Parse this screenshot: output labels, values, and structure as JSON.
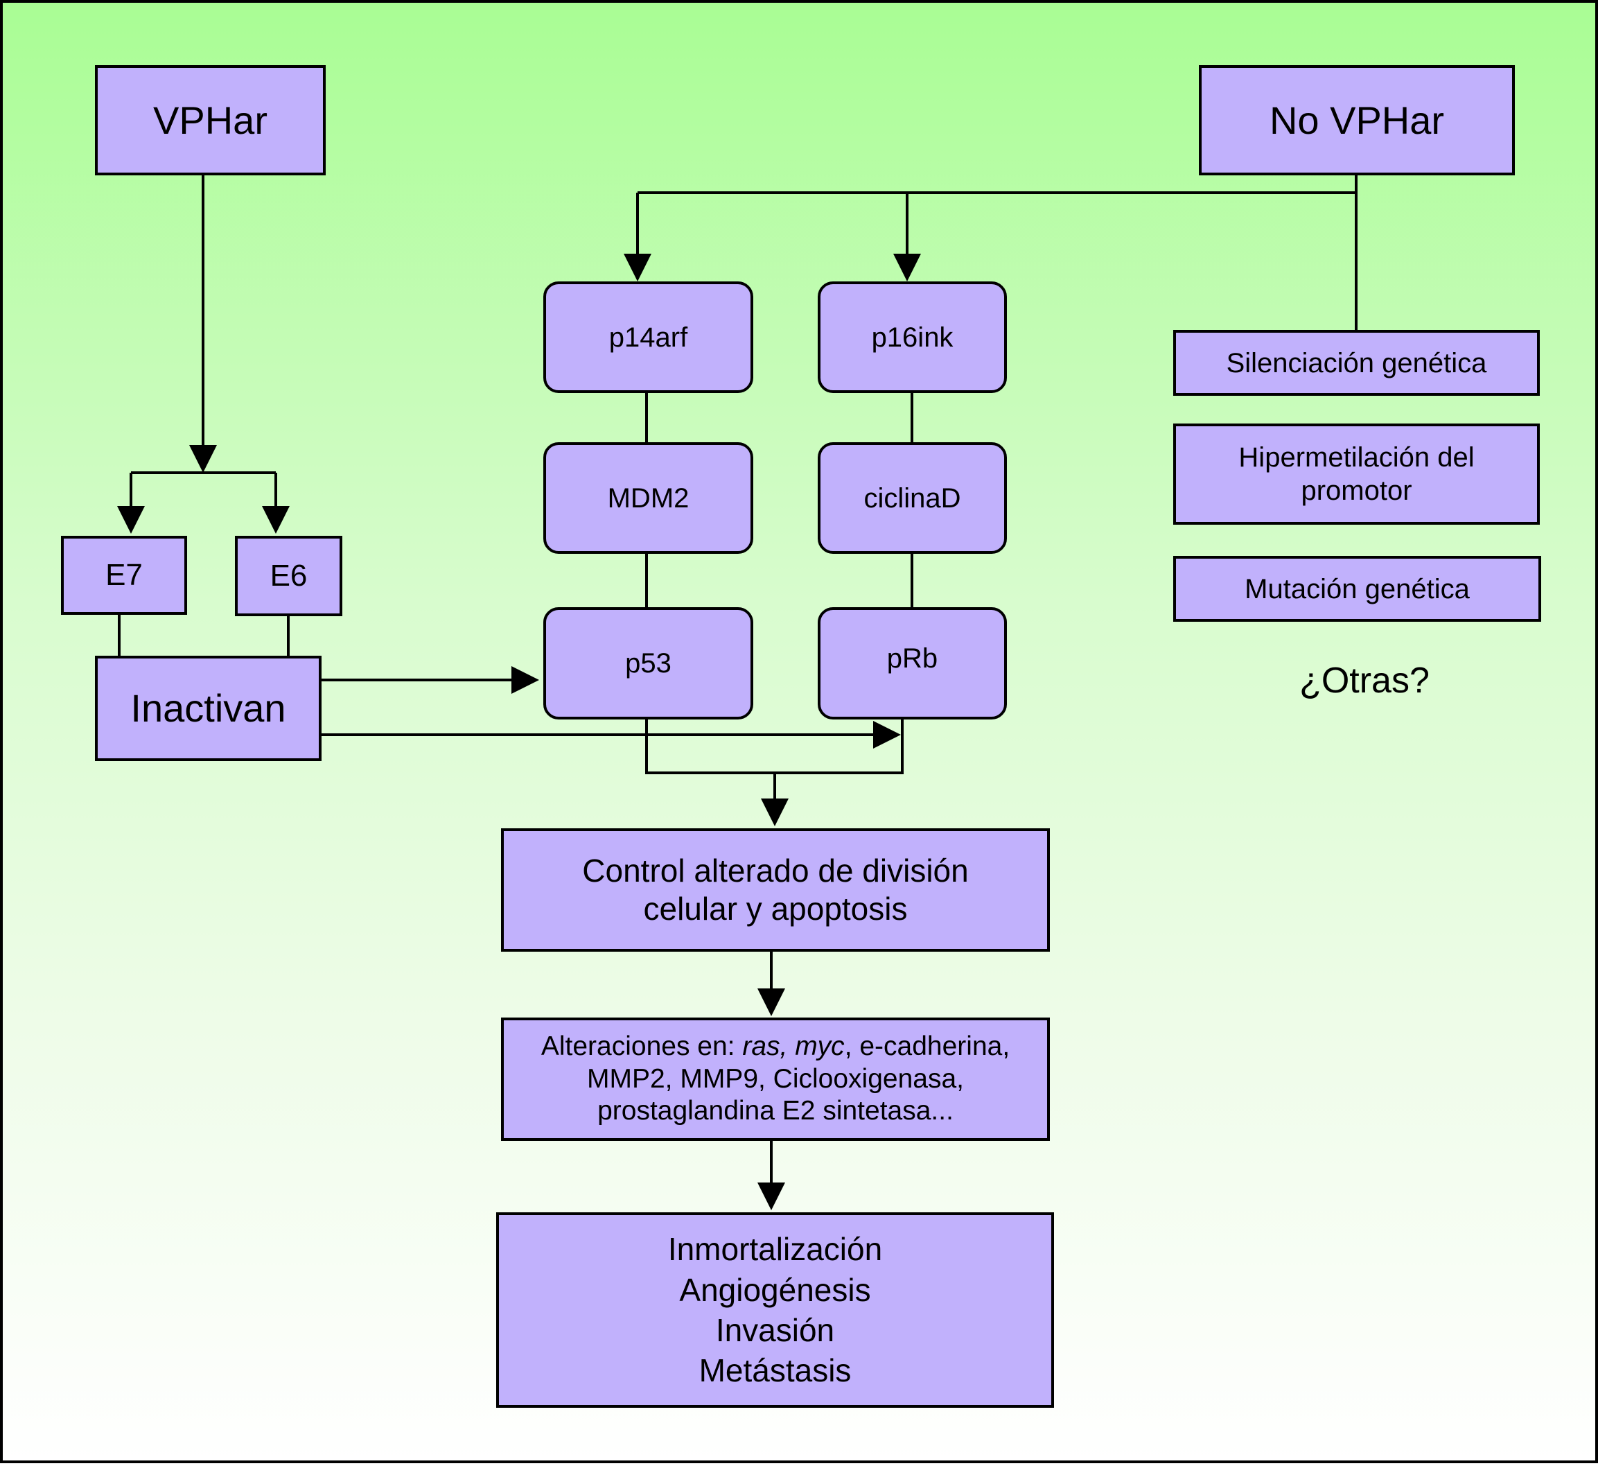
{
  "nodes": {
    "vphar": "VPHar",
    "no_vphar": "No VPHar",
    "e7": "E7",
    "e6": "E6",
    "inactivan": "Inactivan",
    "p14arf": "p14arf",
    "p16ink": "p16ink",
    "mdm2": "MDM2",
    "ciclinad": "ciclinaD",
    "p53": "p53",
    "prb": "pRb",
    "silenciacion": "Silenciación genética",
    "hipermetilacion_1": "Hipermetilación del",
    "hipermetilacion_2": "promotor",
    "mutacion": "Mutación genética",
    "otras": "¿Otras?",
    "control_1": "Control alterado de división",
    "control_2": "celular y apoptosis",
    "alteraciones_prefix": "Alteraciones en: ",
    "alteraciones_italic": "ras, myc",
    "alteraciones_suffix": ", e-cadherina,",
    "alteraciones_2": "MMP2, MMP9, Ciclooxigenasa,",
    "alteraciones_3": "prostaglandina E2 sintetasa...",
    "outcome_1": "Inmortalización",
    "outcome_2": "Angiogénesis",
    "outcome_3": "Invasión",
    "outcome_4": "Metástasis"
  },
  "colors": {
    "box_fill": "#c1b1fc",
    "background_top": "#a9fd94",
    "background_bottom": "#ffffff",
    "stroke": "#000000"
  }
}
